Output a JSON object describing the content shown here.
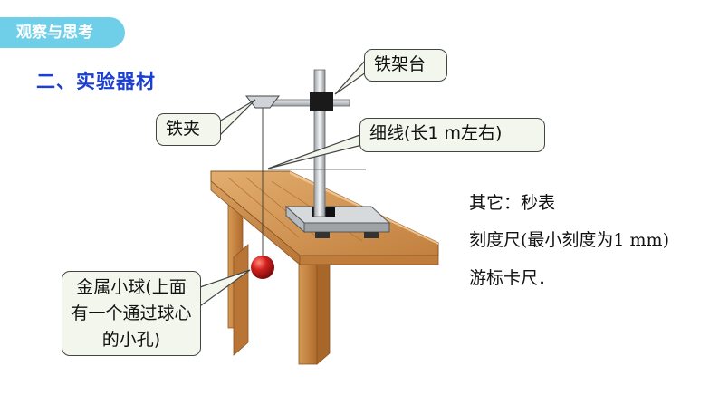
{
  "section_tag": "观察与思考",
  "heading": "二、实验器材",
  "labels": {
    "stand": "铁架台",
    "clamp": "铁夹",
    "thread": "细线(长1 m左右)",
    "ball": "金属小球(上面有一个通过球心的小孔)"
  },
  "others": [
    "其它：秒表",
    "刻度尺(最小刻度为1 mm)",
    "游标卡尺．"
  ],
  "colors": {
    "tag_bg": "#6fcfe9",
    "heading": "#1b3fd1",
    "wood": "#c98a45",
    "ball": "#c8181a",
    "callout_bg": "#f2f6ec"
  }
}
